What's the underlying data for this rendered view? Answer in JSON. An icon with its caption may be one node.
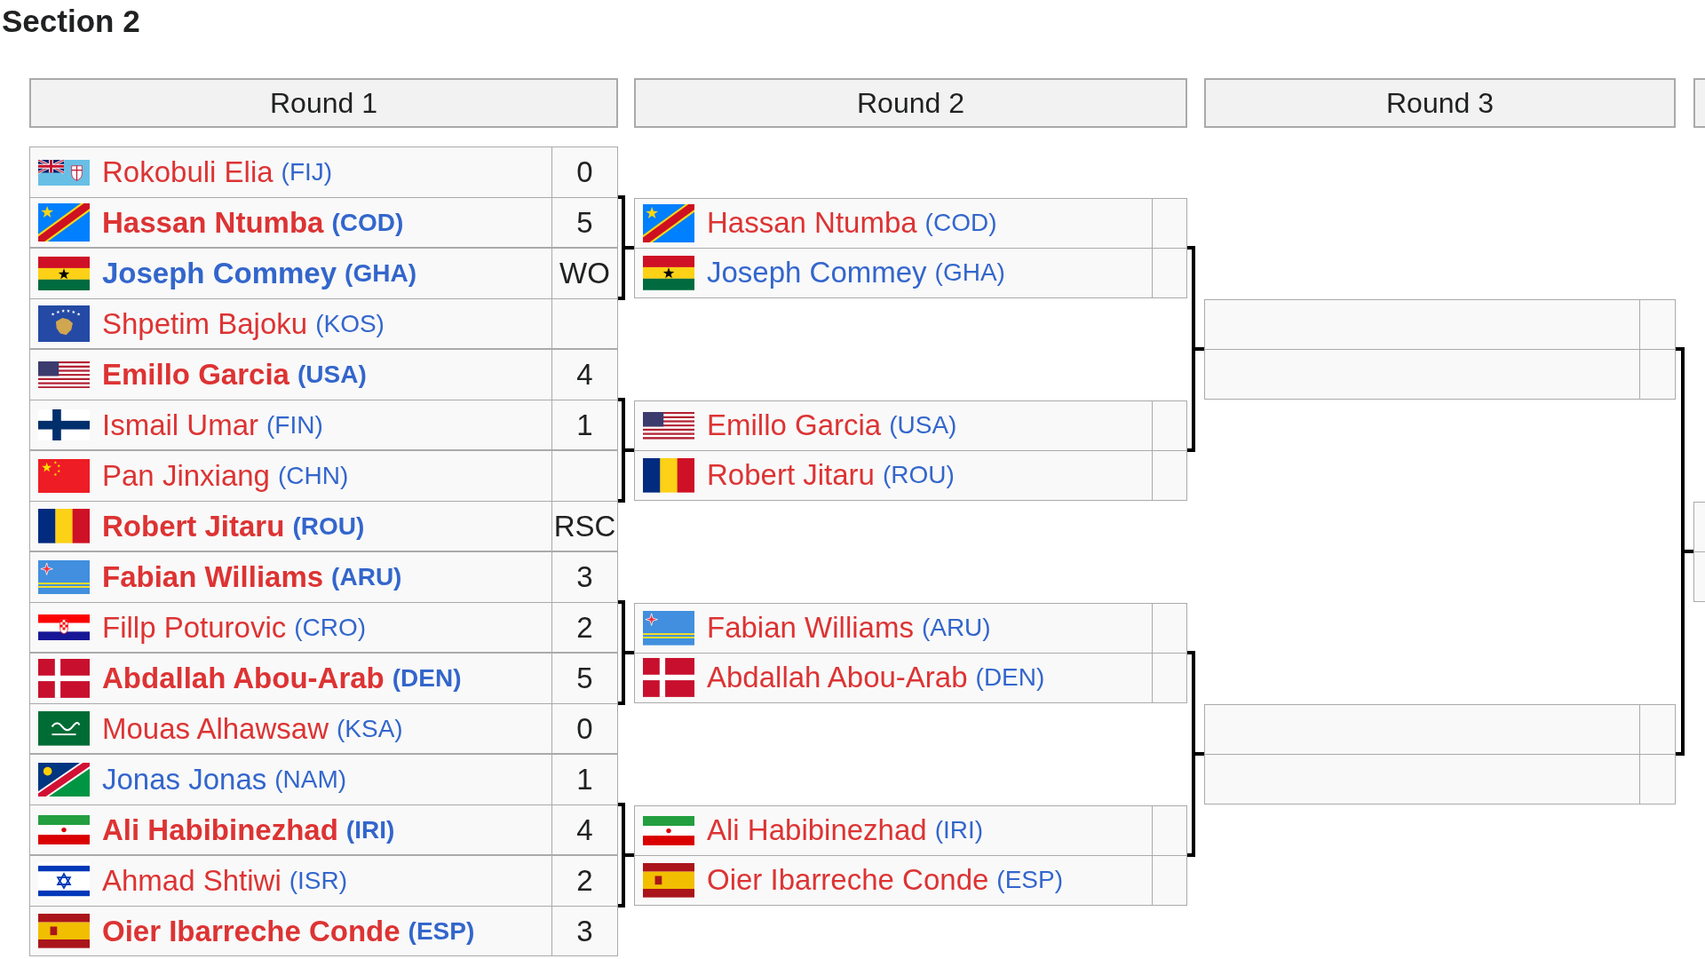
{
  "diagram": {
    "title": "Section 2",
    "nodes": [
      {
        "text": [
          "Round 1"
        ]
      },
      {
        "text": [
          "Round 2"
        ]
      },
      {
        "text": [
          "Round 3"
        ]
      },
      {
        "text": [],
        "shape": "box"
      },
      {
        "text": [],
        "shape": "box"
      },
      {
        "text": [
          "Rokobuli Elia",
          "(FIJ)",
          "0"
        ],
        "in": 4
      },
      {
        "text": [
          "Hassan Ntumba",
          "(COD)",
          "5"
        ],
        "in": 4
      },
      {
        "text": [],
        "shape": "box"
      },
      {
        "text": [
          "Joseph Commey",
          "(GHA)",
          "WO"
        ],
        "in": 7
      },
      {
        "text": [
          "Shpetim Bajoku",
          "(KOS)"
        ],
        "in": 7
      },
      {
        "text": [],
        "shape": "box"
      },
      {
        "text": [
          "Emillo Garcia",
          "(USA)",
          "4"
        ],
        "in": 10
      },
      {
        "text": [
          "Ismail Umar",
          "(FIN)",
          "1"
        ],
        "in": 10
      },
      {
        "text": [],
        "shape": "box"
      },
      {
        "text": [
          "Pan Jinxiang",
          "(CHN)"
        ],
        "in": 13
      },
      {
        "text": [
          "Robert Jitaru",
          "(ROU)",
          "RSC"
        ],
        "in": 13
      },
      {
        "text": [],
        "shape": "box"
      },
      {
        "text": [
          "Fabian Williams",
          "(ARU)",
          "3"
        ],
        "in": 16
      },
      {
        "text": [
          "Fillp Poturovic",
          "(CRO)",
          "2"
        ],
        "in": 16
      },
      {
        "text": [],
        "shape": "box"
      },
      {
        "text": [
          "Abdallah Abou-Arab",
          "(DEN)",
          "5"
        ],
        "in": 19
      },
      {
        "text": [
          "Mouas Alhawsaw",
          "(KSA)",
          "0"
        ],
        "in": 19
      },
      {
        "text": [],
        "shape": "box"
      },
      {
        "text": [
          "Jonas Jonas",
          "(NAM)",
          "1"
        ],
        "in": 22
      },
      {
        "text": [
          "Ali Habibinezhad",
          "(IRI)",
          "4"
        ],
        "in": 22
      },
      {
        "text": [],
        "shape": "box"
      },
      {
        "text": [
          "Ahmad Shtiwi",
          "(ISR)",
          "2"
        ],
        "in": 25
      },
      {
        "text": [
          "Oier Ibarreche Conde",
          "(ESP)",
          "3"
        ],
        "in": 25
      },
      {
        "text": [],
        "shape": "box"
      },
      {
        "text": [
          "Hassan Ntumba",
          "(COD)"
        ],
        "in": 28
      },
      {
        "text": [
          "Joseph Commey",
          "(GHA)"
        ],
        "in": 28
      },
      {
        "text": [],
        "shape": "box"
      },
      {
        "text": [
          "Emillo Garcia",
          "(USA)"
        ],
        "in": 31
      },
      {
        "text": [
          "Robert Jitaru",
          "(ROU)"
        ],
        "in": 31
      },
      {
        "text": [],
        "shape": "box"
      },
      {
        "text": [
          "Fabian Williams",
          "(ARU)"
        ],
        "in": 34
      },
      {
        "text": [
          "Abdallah Abou-Arab",
          "(DEN)"
        ],
        "in": 34
      },
      {
        "text": [],
        "shape": "box"
      },
      {
        "text": [
          "Ali Habibinezhad",
          "(IRI)"
        ],
        "in": 37
      },
      {
        "text": [
          "Oier Ibarreche Conde",
          "(ESP)"
        ],
        "in": 37
      },
      {
        "text": [],
        "shape": "box"
      },
      {
        "text": [],
        "shape": "box",
        "in": 40
      },
      {
        "text": [],
        "shape": "box",
        "in": 40
      },
      {
        "text": [],
        "shape": "box"
      },
      {
        "text": [],
        "shape": "box",
        "in": 43
      },
      {
        "text": [],
        "shape": "box",
        "in": 43
      },
      {
        "text": [],
        "shape": "box"
      }
    ],
    "edges": [
      {
        "from": 4,
        "to": 28,
        "arrow": "none"
      },
      {
        "from": 7,
        "to": 28,
        "arrow": "none"
      },
      {
        "from": 10,
        "to": 31,
        "arrow": "none"
      },
      {
        "from": 13,
        "to": 31,
        "arrow": "none"
      },
      {
        "from": 16,
        "to": 34,
        "arrow": "none"
      },
      {
        "from": 19,
        "to": 34,
        "arrow": "none"
      },
      {
        "from": 22,
        "to": 37,
        "arrow": "none"
      },
      {
        "from": 25,
        "to": 37,
        "arrow": "none"
      },
      {
        "from": 28,
        "to": 40,
        "arrow": "none"
      },
      {
        "from": 31,
        "to": 40,
        "arrow": "none"
      },
      {
        "from": 34,
        "to": 43,
        "arrow": "none"
      },
      {
        "from": 37,
        "to": 43,
        "arrow": "none"
      },
      {
        "from": 40,
        "to": 46,
        "arrow": "none"
      },
      {
        "from": 43,
        "to": 46,
        "arrow": "none"
      }
    ]
  }
}
